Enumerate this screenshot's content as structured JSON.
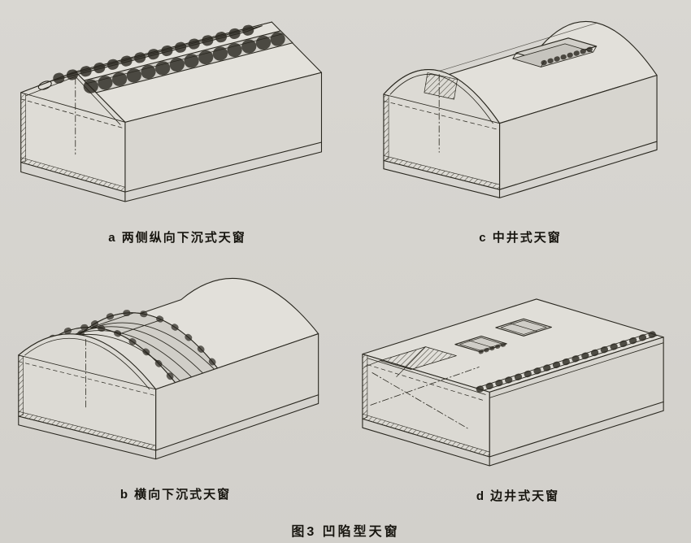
{
  "page": {
    "background_color": "#d7d5d0",
    "ink_color": "#29271f",
    "caption": "图3  凹陷型天窗"
  },
  "figures": {
    "a": {
      "label": "a 两侧纵向下沉式天窗"
    },
    "b": {
      "label": "b 横向下沉式天窗"
    },
    "c": {
      "label": "c 中井式天窗"
    },
    "d": {
      "label": "d 边井式天窗"
    }
  }
}
